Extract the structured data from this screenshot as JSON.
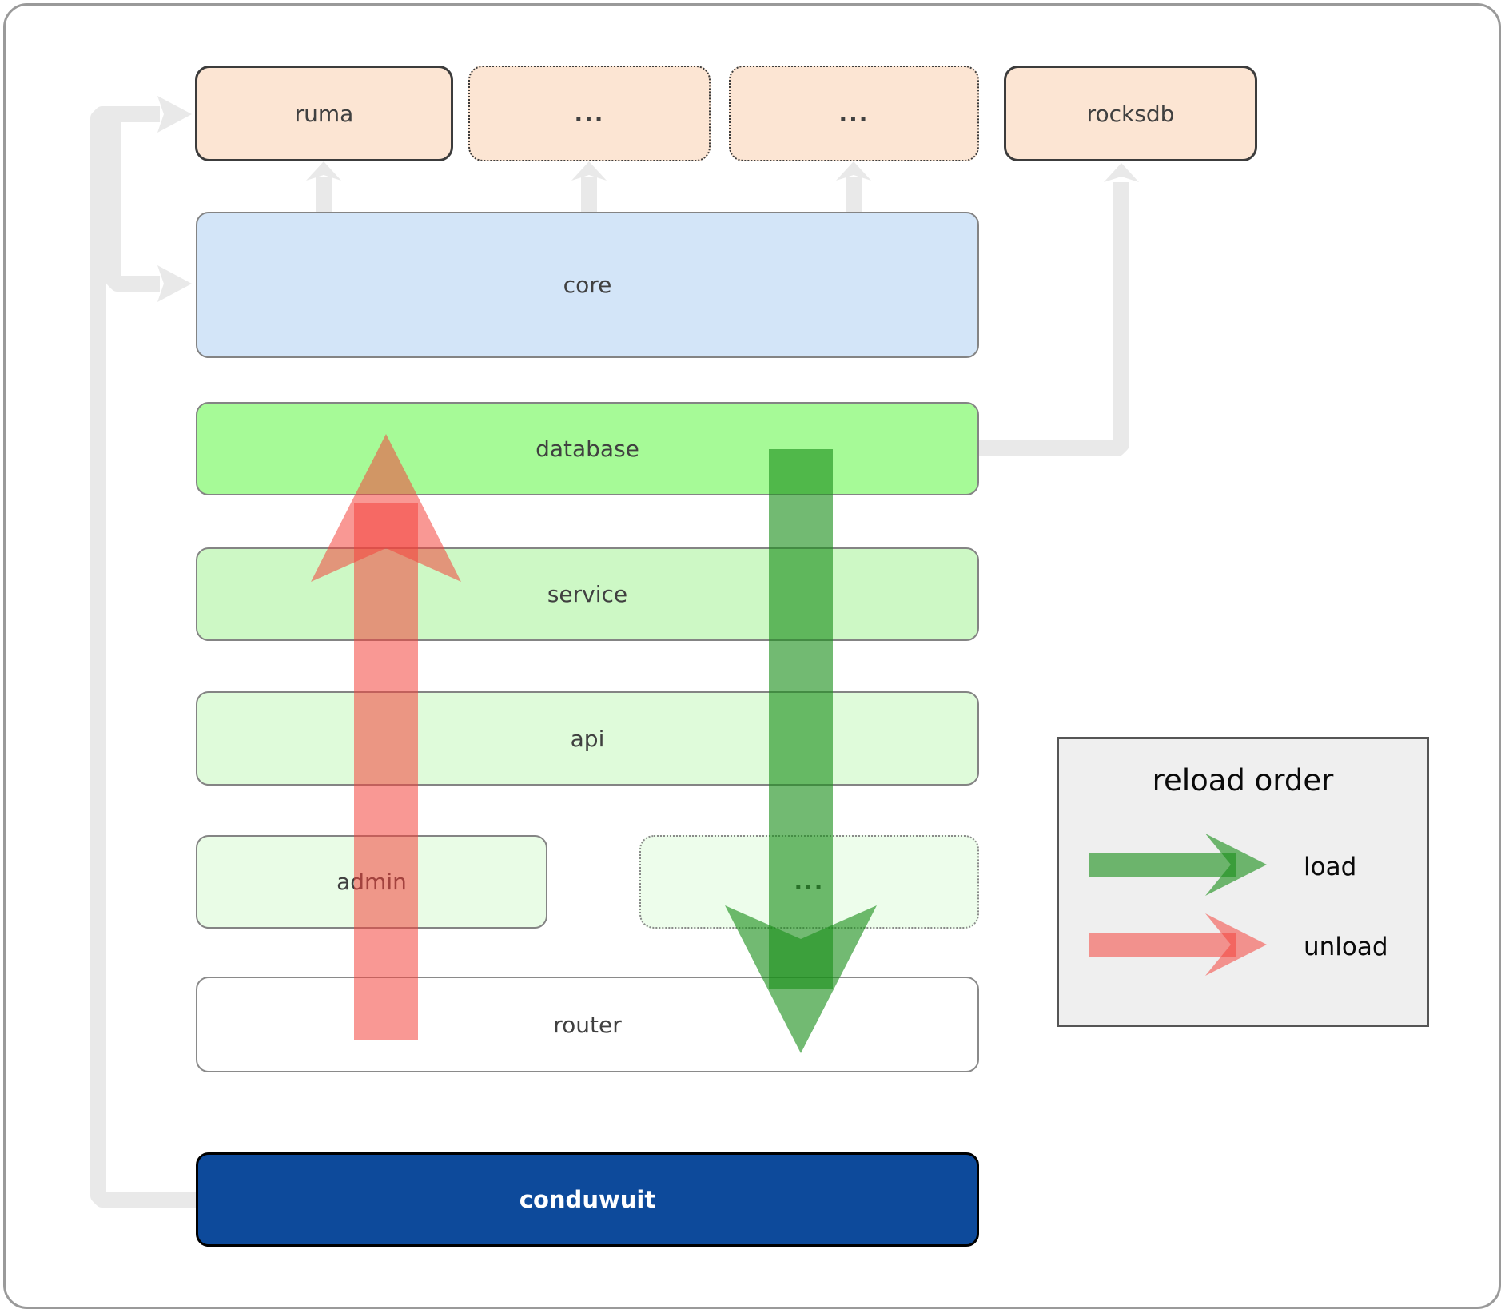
{
  "nodes": {
    "ruma": "ruma",
    "ellipsis_1": "...",
    "ellipsis_2": "...",
    "rocksdb": "rocksdb",
    "core": "core",
    "database": "database",
    "service": "service",
    "api": "api",
    "admin": "admin",
    "ellipsis_3": "...",
    "router": "router",
    "conduwuit": "conduwuit"
  },
  "legend": {
    "title": "reload order",
    "load_label": "load",
    "unload_label": "unload"
  },
  "icons": {
    "load_arrow": "green-downward-arrow",
    "unload_arrow": "red-upward-arrow",
    "edge_arrows": "gray-connector-arrows"
  },
  "colors": {
    "node_peach": "#fce5d3",
    "node_blue": "#d3e5f8",
    "node_green": "#a6fa97",
    "node_green_light": "#cdf8c5",
    "node_green_lighter": "#dffbda",
    "node_green_faint": "#e9fce6",
    "node_dark_blue": "#0d4a9b",
    "load_green": "#1b8f1b",
    "unload_red": "#f4443c",
    "edge_gray": "#e9e9e9",
    "legend_bg": "#efefef"
  }
}
